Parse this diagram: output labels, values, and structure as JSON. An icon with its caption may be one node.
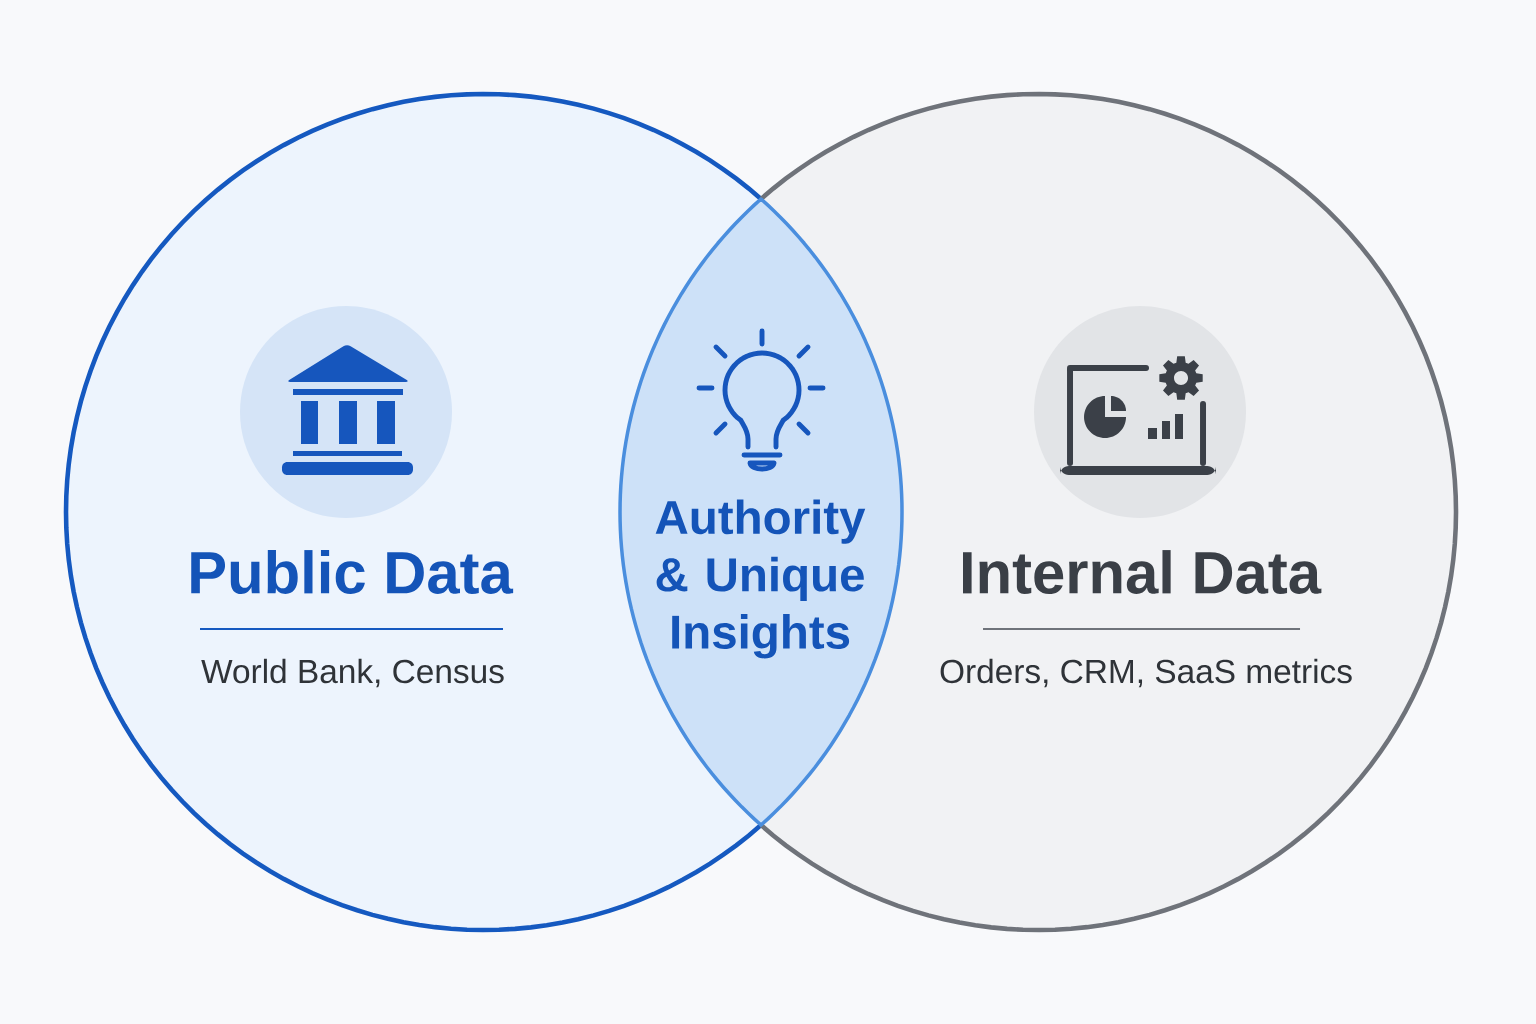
{
  "diagram": {
    "nodes": [
      {
        "text": [
          "Public Data",
          "World Bank, Census"
        ]
      },
      {
        "text": [
          "Internal Data",
          "Orders, CRM, SaaS metrics"
        ]
      },
      {
        "text": [
          "Authority & Unique Insights"
        ]
      }
    ]
  }
}
